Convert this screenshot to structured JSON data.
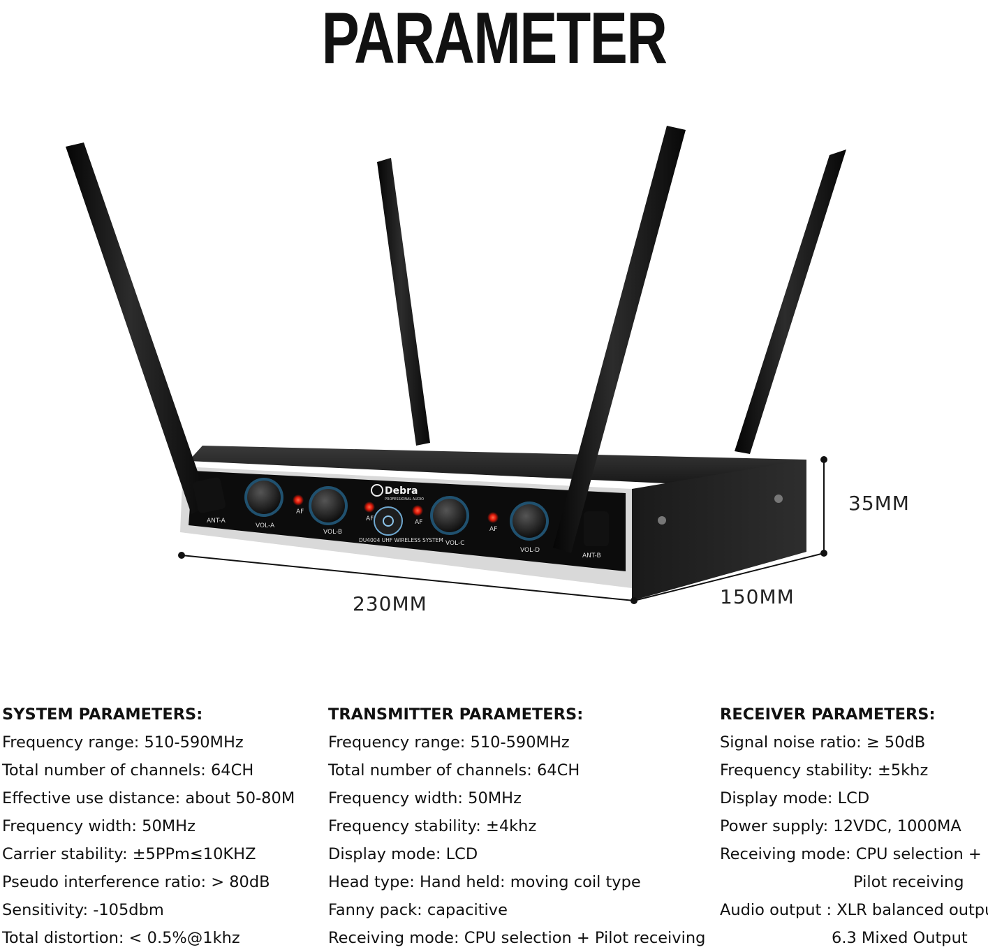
{
  "title": "PARAMETER",
  "device": {
    "brand": "Debra",
    "brand_sub": "PROFESSIONAL AUDIO",
    "model": "DU4004 UHF WIRELESS SYSTEM",
    "labels": {
      "ant_a": "ANT-A",
      "ant_b": "ANT-B",
      "vol_a": "VOL-A",
      "vol_b": "VOL-B",
      "vol_c": "VOL-C",
      "vol_d": "VOL-D",
      "af": "AF"
    }
  },
  "dimensions": {
    "width": "230MM",
    "depth": "150MM",
    "height": "35MM"
  },
  "system": {
    "heading": "SYSTEM PARAMETERS:",
    "items": [
      "Frequency range: 510-590MHz",
      "Total number of channels: 64CH",
      "Effective use distance: about 50-80M",
      "Frequency width: 50MHz",
      "Carrier stability: ±5PPm≤10KHZ",
      "Pseudo interference ratio: > 80dB",
      "Sensitivity: -105dbm",
      "Total distortion: < 0.5%@1khz"
    ]
  },
  "transmitter": {
    "heading": "TRANSMITTER PARAMETERS:",
    "items": [
      "Frequency range: 510-590MHz",
      "Total number of channels: 64CH",
      "Frequency width: 50MHz",
      "Frequency stability: ±4khz",
      "Display mode: LCD",
      "Head type: Hand held: moving coil type",
      "Fanny pack: capacitive",
      "Receiving mode: CPU selection + Pilot receiving"
    ]
  },
  "receiver": {
    "heading": "RECEIVER PARAMETERS:",
    "items": [
      "Signal noise ratio: ≥ 50dB",
      "Frequency stability: ±5khz",
      "Display mode: LCD",
      "Power supply: 12VDC, 1000MA",
      "Receiving mode: CPU selection +",
      "Audio output : XLR balanced output"
    ],
    "continuations": [
      "Pilot receiving",
      "6.3 Mixed Output"
    ]
  }
}
